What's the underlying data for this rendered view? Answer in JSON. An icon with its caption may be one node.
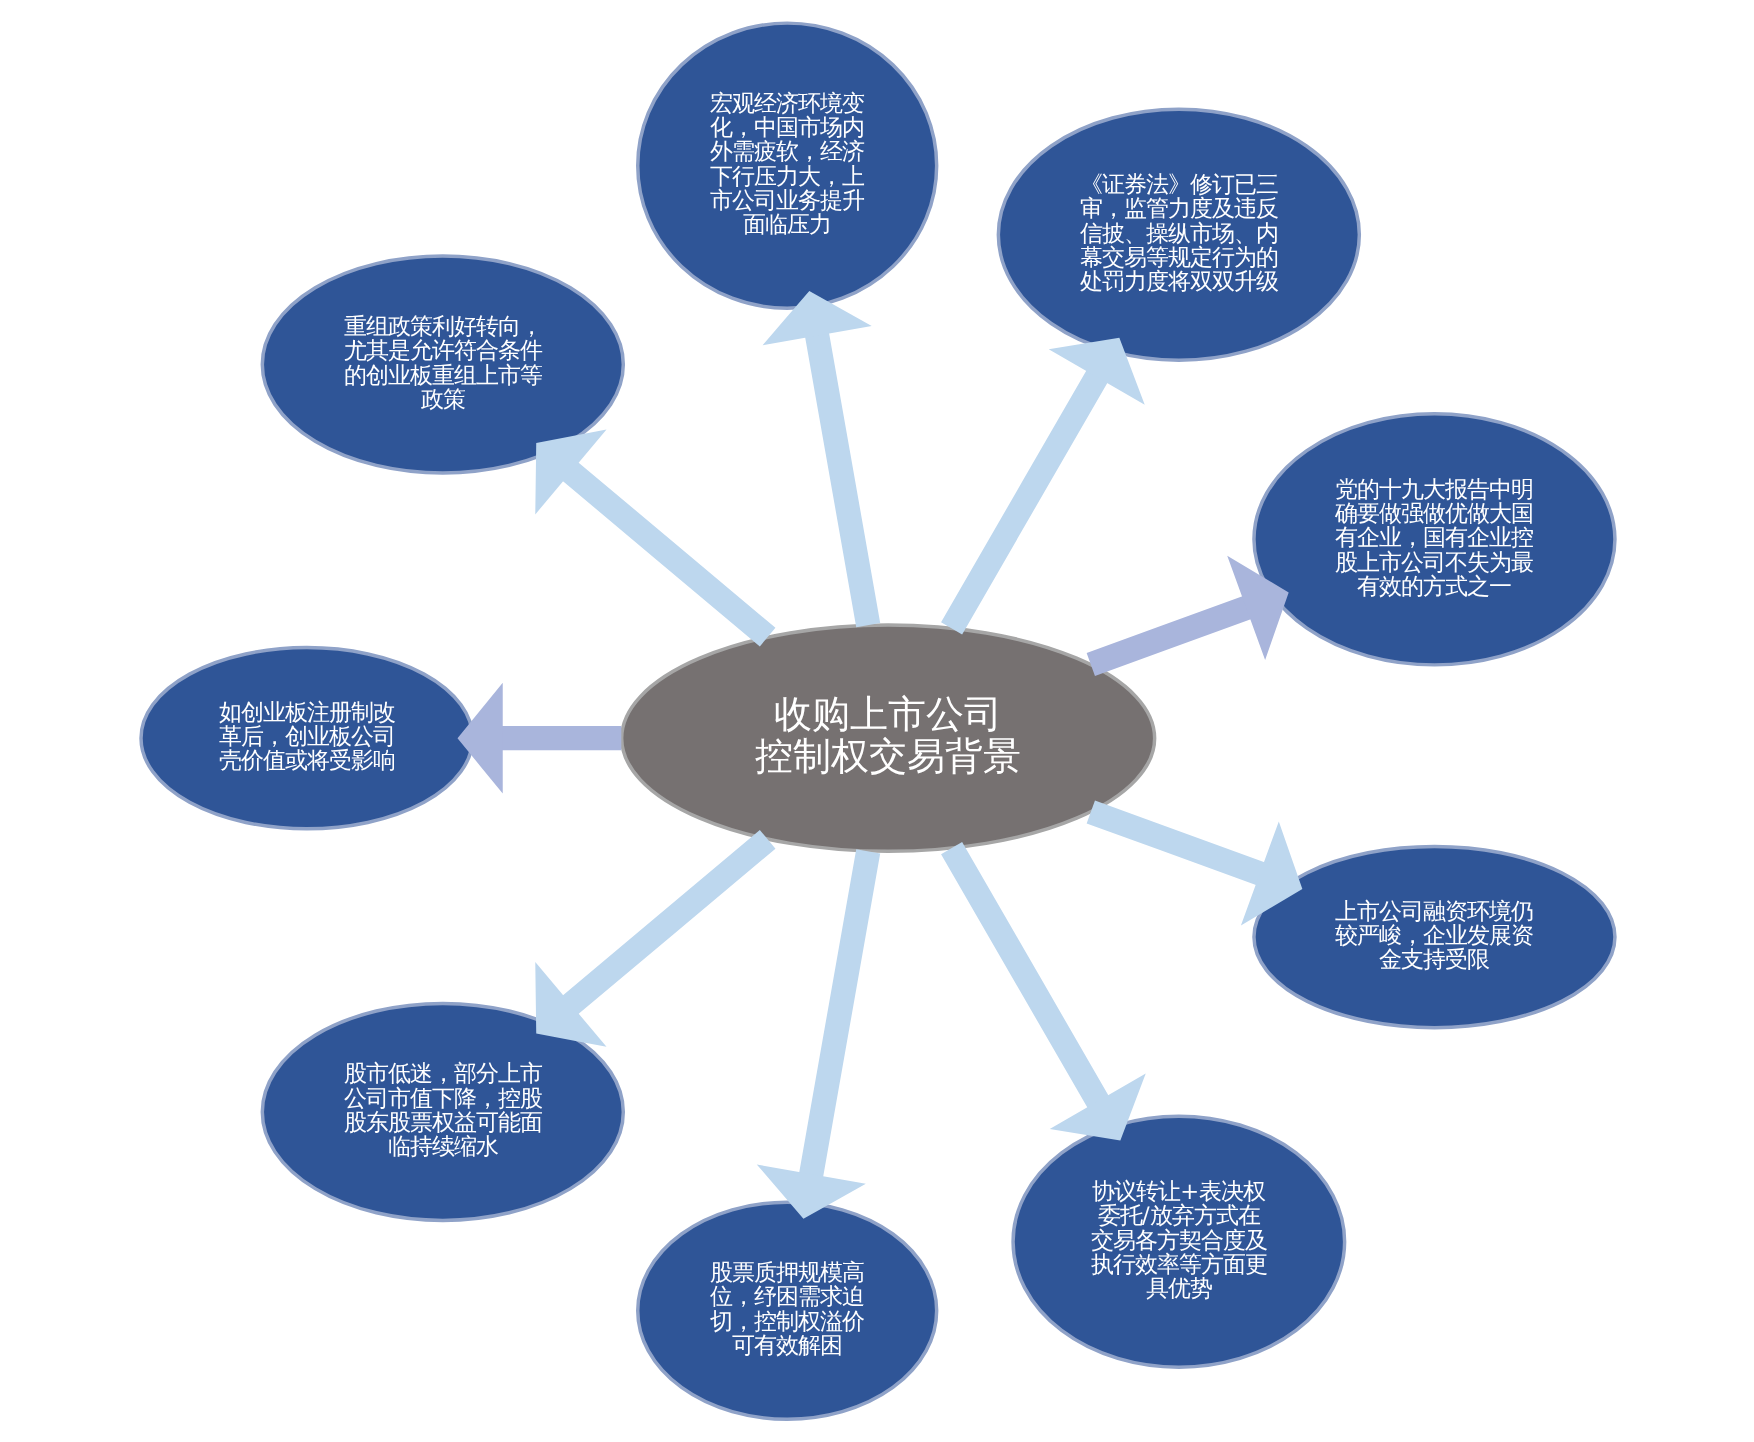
{
  "diagram": {
    "nodes": [
      {
        "text": [
          "收购上市公司控制权交易背景"
        ]
      },
      {
        "text": [
          "宏观经济环境变化，中国市场内外需疲软，经济下行压力大，上市公司业务提升面临压力"
        ]
      },
      {
        "text": [
          "《证券法》修订已三审，监管力度及违反信披、操纵市场、内幕交易等规定行为的处罚力度将双双升级"
        ]
      },
      {
        "text": [
          "党的十九大报告中明确要做强做优做大国有企业，国有企业控股上市公司不失为最有效的方式之一"
        ]
      },
      {
        "text": [
          "上市公司融资环境仍较严峻，企业发展资金支持受限"
        ]
      },
      {
        "text": [
          "协议转让+表决权委托/放弃方式在交易各方契合度及执行效率等方面更具优势"
        ]
      },
      {
        "text": [
          "股票质押规模高位，纾困需求迫切，控制权溢价可有效解困"
        ]
      },
      {
        "text": [
          "股市低迷，部分上市公司市值下降，控股股东股票权益可能面临持续缩水"
        ]
      },
      {
        "text": [
          "如创业板注册制改革后，创业板公司壳价值或将受影响"
        ]
      },
      {
        "text": [
          "重组政策利好转向，尤其是允许符合条件的创业板重组上市等政策"
        ]
      }
    ],
    "edges": [
      {
        "from": 0,
        "to": 1,
        "arrow": "to"
      },
      {
        "from": 0,
        "to": 2,
        "arrow": "to"
      },
      {
        "from": 0,
        "to": 3,
        "arrow": "to",
        "color": "#a9b5dc"
      },
      {
        "from": 0,
        "to": 4,
        "arrow": "to"
      },
      {
        "from": 0,
        "to": 5,
        "arrow": "to"
      },
      {
        "from": 0,
        "to": 6,
        "arrow": "to"
      },
      {
        "from": 0,
        "to": 7,
        "arrow": "to"
      },
      {
        "from": 0,
        "to": 8,
        "arrow": "to",
        "color": "#a9b5dc"
      },
      {
        "from": 0,
        "to": 9,
        "arrow": "to"
      }
    ]
  }
}
